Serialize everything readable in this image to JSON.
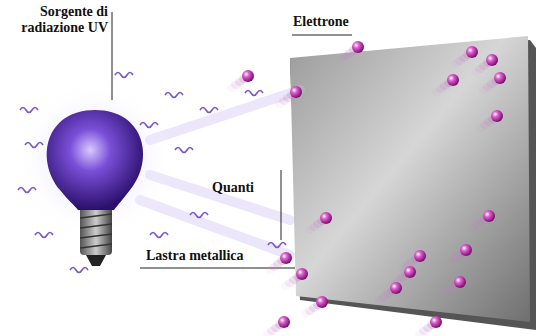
{
  "diagram": {
    "labels": [
      "Sorgente di radiazione UV",
      "Elettrone",
      "Quanti",
      "Lastra metallica"
    ]
  }
}
